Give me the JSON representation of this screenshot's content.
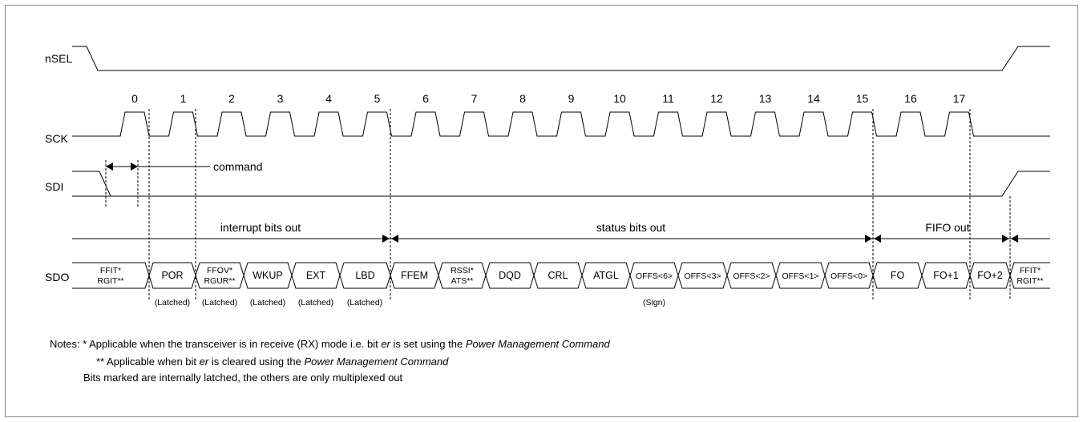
{
  "signals": {
    "nsel": "nSEL",
    "sck": "SCK",
    "sdi": "SDI",
    "sdo": "SDO"
  },
  "clock_numbers": [
    "0",
    "1",
    "2",
    "3",
    "4",
    "5",
    "6",
    "7",
    "8",
    "9",
    "10",
    "11",
    "12",
    "13",
    "14",
    "15",
    "16",
    "17"
  ],
  "annotations": {
    "command": "command",
    "interrupt": "interrupt bits out",
    "status": "status bits out",
    "fifo": "FIFO out"
  },
  "sdo_cells": [
    {
      "l1": "FFIT*",
      "l2": "RGIT**"
    },
    {
      "l1": "POR",
      "l2": ""
    },
    {
      "l1": "FFOV*",
      "l2": "RGUR**"
    },
    {
      "l1": "WKUP",
      "l2": ""
    },
    {
      "l1": "EXT",
      "l2": ""
    },
    {
      "l1": "LBD",
      "l2": ""
    },
    {
      "l1": "FFEM",
      "l2": ""
    },
    {
      "l1": "RSSI*",
      "l2": "ATS**"
    },
    {
      "l1": "DQD",
      "l2": ""
    },
    {
      "l1": "CRL",
      "l2": ""
    },
    {
      "l1": "ATGL",
      "l2": ""
    },
    {
      "l1": "OFFS<6>",
      "l2": ""
    },
    {
      "l1": "OFFS<3>",
      "l2": ""
    },
    {
      "l1": "OFFS<2>",
      "l2": ""
    },
    {
      "l1": "OFFS<1>",
      "l2": ""
    },
    {
      "l1": "OFFS<0>",
      "l2": ""
    },
    {
      "l1": "FO",
      "l2": ""
    },
    {
      "l1": "FO+1",
      "l2": ""
    },
    {
      "l1": "FO+2",
      "l2": ""
    },
    {
      "l1": "FFIT*",
      "l2": "RGIT**"
    }
  ],
  "sub_labels": [
    "(Latched)",
    "(Latched)",
    "(Latched)",
    "(Latched)",
    "(Latched)",
    "(Sign)"
  ],
  "notes": {
    "line1_a": "Notes: *   Applicable when the transceiver is in receive (RX) mode i.e. bit ",
    "line1_er": "er",
    "line1_b": " is set using the ",
    "line1_cmd": "Power Management Command",
    "line2_a": "** Applicable when bit ",
    "line2_er": "er",
    "line2_b": " is cleared using the ",
    "line2_cmd": "Power Management Command",
    "line3": "Bits marked are internally latched, the others are only multiplexed out"
  }
}
